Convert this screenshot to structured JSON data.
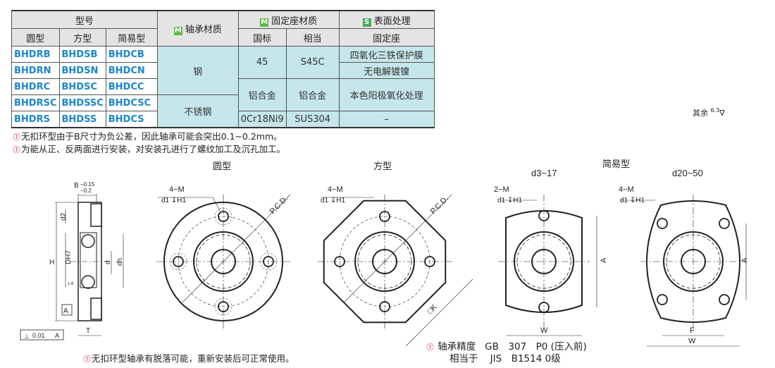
{
  "table": {
    "header": {
      "model": "型号",
      "bearing_material": "轴承材质",
      "seat_material": "固定座材质",
      "surface": "表面处理",
      "badge_m": "M",
      "badge_s": "S"
    },
    "subheader": {
      "round": "圆型",
      "square": "方型",
      "simple": "简易型",
      "gb": "国标",
      "equiv": "相当",
      "seat": "固定座"
    },
    "rows": [
      {
        "round": "BHDRB",
        "square": "BHDSB",
        "simple": "BHDCB"
      },
      {
        "round": "BHDRN",
        "square": "BHDSN",
        "simple": "BHDCN"
      },
      {
        "round": "BHDRC",
        "square": "BHDSC",
        "simple": "BHDCC"
      },
      {
        "round": "BHDRSC",
        "square": "BHDSSC",
        "simple": "BHDCSC"
      },
      {
        "round": "BHDRS",
        "square": "BHDSS",
        "simple": "BHDCS"
      }
    ],
    "bearing": {
      "steel": "钢",
      "stainless": "不锈钢"
    },
    "seat": {
      "steel_gb": "45",
      "steel_eq": "S45C",
      "al_gb": "铝合金",
      "al_eq": "铝合金",
      "ss_gb": "0Cr18Ni9",
      "ss_eq": "SUS304"
    },
    "surface": {
      "s1": "四氧化三铁保护膜",
      "s2": "无电解镀镍",
      "s3": "本色阳极氧化处理",
      "s4": "–"
    }
  },
  "notes": {
    "n1": "无扣环型由于B尺寸为负公差，因此轴承可能会突出0.1~0.2mm。",
    "n2": "为能从正、反两面进行安装，对安装孔进行了螺纹加工及沉孔加工。",
    "n3": "无扣环型轴承有脱落可能，重新安装后可正常使用。",
    "warn_icon": "!"
  },
  "roughness": {
    "label": "其余",
    "value": "6.3"
  },
  "precision": {
    "label1": "轴承精度",
    "val1": "GB　307　P0 (压入前)",
    "label2": "相当于",
    "val2": "JIS　B1514 0级"
  },
  "drawings": {
    "round_title": "圆型",
    "square_title": "方型",
    "simple_title": "简易型",
    "simple_a": "d3~17",
    "simple_b": "d20~50",
    "m4": "4−M",
    "m2": "2−M",
    "callout": "d1 ↧H1",
    "pcd": "P.C.D.",
    "k": "□K",
    "A": "A",
    "W": "W",
    "F": "F",
    "side": {
      "B": "B",
      "tol_up": "−0.15",
      "tol_lo": "−0.2",
      "H": "H",
      "DH7": "DH7",
      "d2": "d2",
      "d": "d",
      "dh": "dh",
      "T": "T",
      "r16": "1.6",
      "datum": "A",
      "tol": "0.01",
      "tol_ref": "A"
    }
  }
}
